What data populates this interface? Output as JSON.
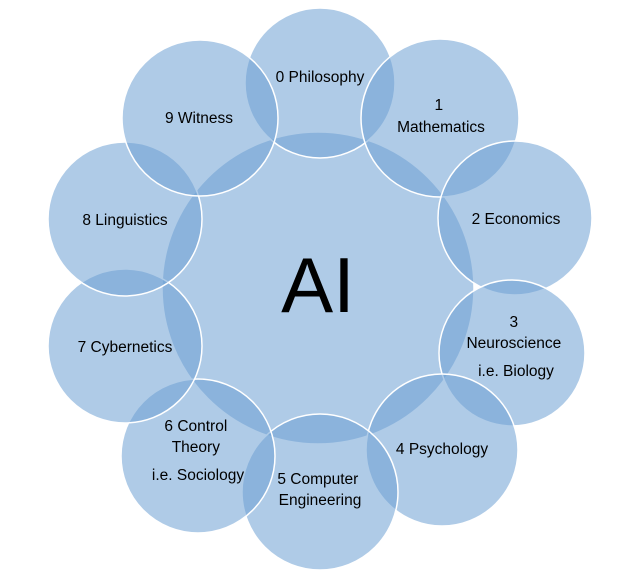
{
  "diagram": {
    "center": {
      "label": "AI"
    },
    "nodes": [
      {
        "lines": [
          "0 Philosophy"
        ]
      },
      {
        "lines": [
          "1",
          "Mathematics"
        ]
      },
      {
        "lines": [
          "2 Economics"
        ]
      },
      {
        "lines": [
          "3",
          "Neuroscience",
          "i.e. Biology"
        ]
      },
      {
        "lines": [
          "4 Psychology"
        ]
      },
      {
        "lines": [
          "5 Computer",
          "Engineering"
        ]
      },
      {
        "lines": [
          "6 Control",
          "Theory",
          "i.e. Sociology"
        ]
      },
      {
        "lines": [
          "7 Cybernetics"
        ]
      },
      {
        "lines": [
          "8 Linguistics"
        ]
      },
      {
        "lines": [
          "9 Witness"
        ]
      }
    ]
  },
  "colors": {
    "fill": "#6ea0d4",
    "stroke": "#ffffff",
    "text": "#000000",
    "background": "#ffffff"
  }
}
